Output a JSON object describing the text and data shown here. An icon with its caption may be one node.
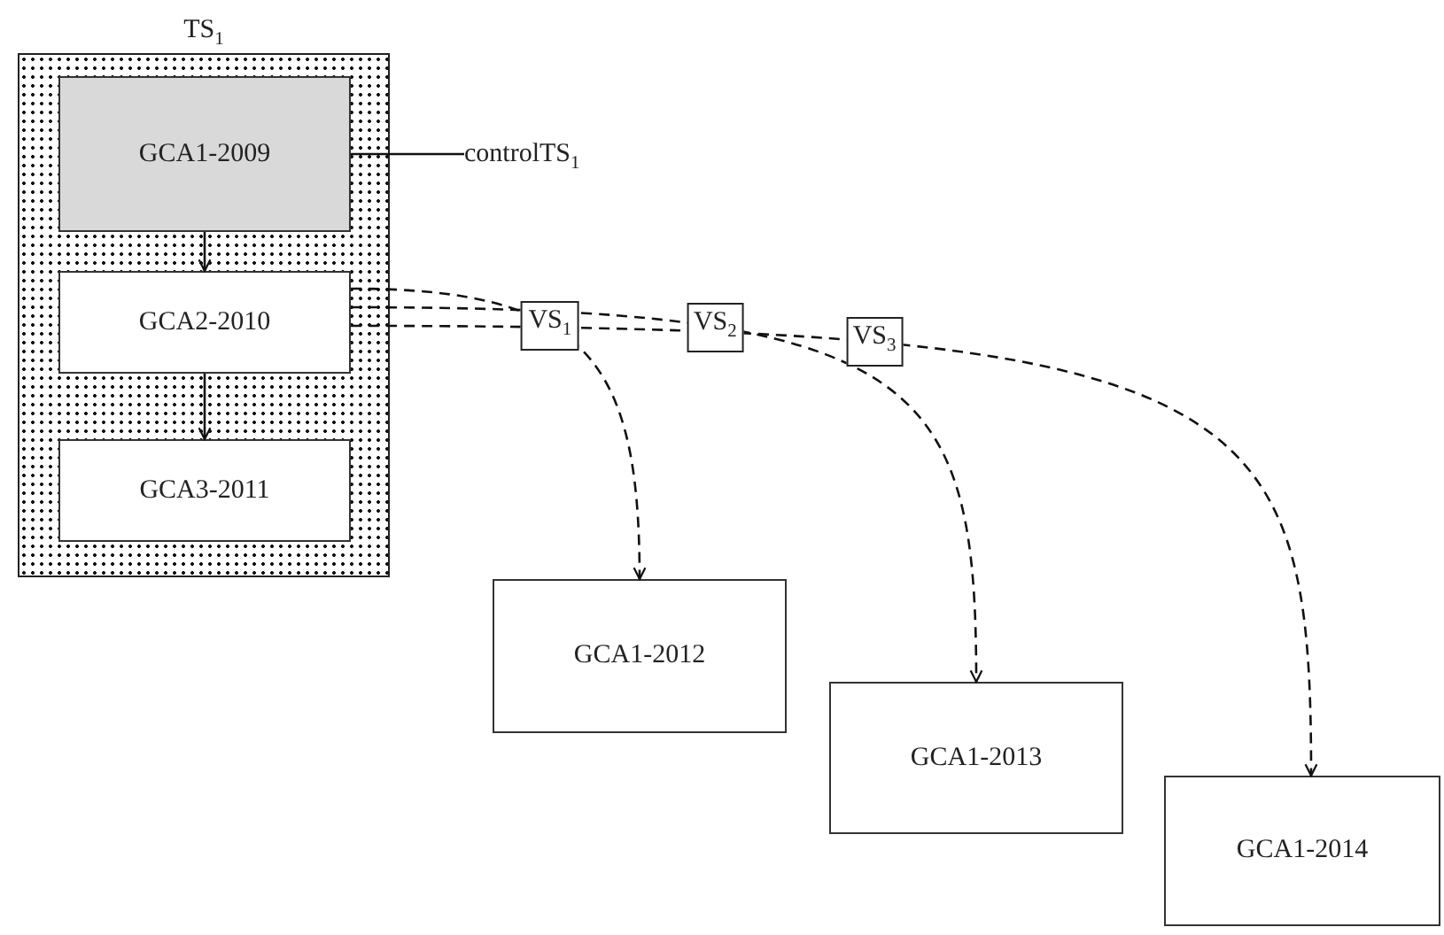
{
  "diagram": {
    "nodes": [
      {
        "text": [
          "TS$_{1}$"
        ]
      },
      {
        "text": [
          "GCA1-2009"
        ],
        "in": 0
      },
      {
        "text": [
          "GCA2-2010"
        ],
        "in": 0
      },
      {
        "text": [
          "GCA3-2011"
        ],
        "in": 0
      },
      {
        "text": [
          "controlTS$_{1}$"
        ]
      },
      {
        "text": [
          "GCA1-2012"
        ]
      },
      {
        "text": [
          "GCA1-2013"
        ]
      },
      {
        "text": [
          "GCA1-2014"
        ]
      }
    ],
    "edges": [
      {
        "from": 1,
        "to": 2,
        "arrow": "to"
      },
      {
        "from": 2,
        "to": 3,
        "arrow": "to"
      },
      {
        "from": 1,
        "to": 4,
        "arrow": "none"
      },
      {
        "from": 2,
        "to": 5,
        "arrow": "to",
        "label": "VS$_{1}$",
        "style": "dashed"
      },
      {
        "from": 2,
        "to": 6,
        "arrow": "to",
        "label": "VS$_{2}$",
        "style": "dashed"
      },
      {
        "from": 2,
        "to": 7,
        "arrow": "to",
        "label": "VS$_{3}$",
        "style": "dashed"
      }
    ]
  }
}
